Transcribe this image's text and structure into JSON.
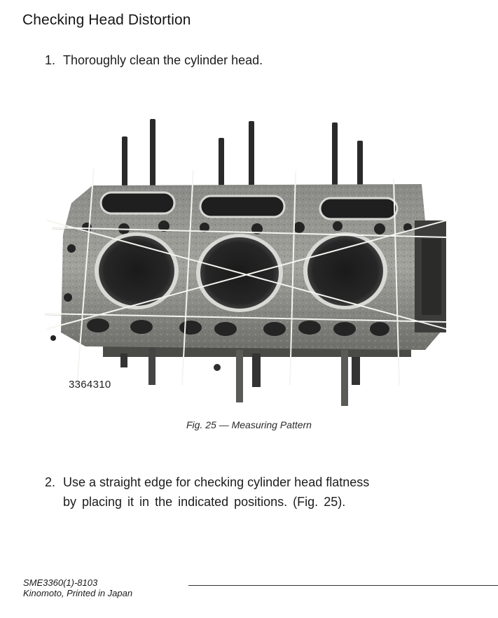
{
  "section": {
    "title": "Checking Head Distortion"
  },
  "steps": [
    {
      "number": "1.",
      "text": "Thoroughly clean the cylinder head."
    },
    {
      "number": "2.",
      "line1": "Use a straight edge for checking cylinder head flatness",
      "line2": "by placing it in the indicated positions.  (Fig. 25)."
    }
  ],
  "figure": {
    "photo_id": "3364310",
    "caption": "Fig. 25 — Measuring Pattern"
  },
  "footer": {
    "code": "SME3360(1)-8103",
    "imprint": "Kinomoto, Printed in Japan"
  }
}
